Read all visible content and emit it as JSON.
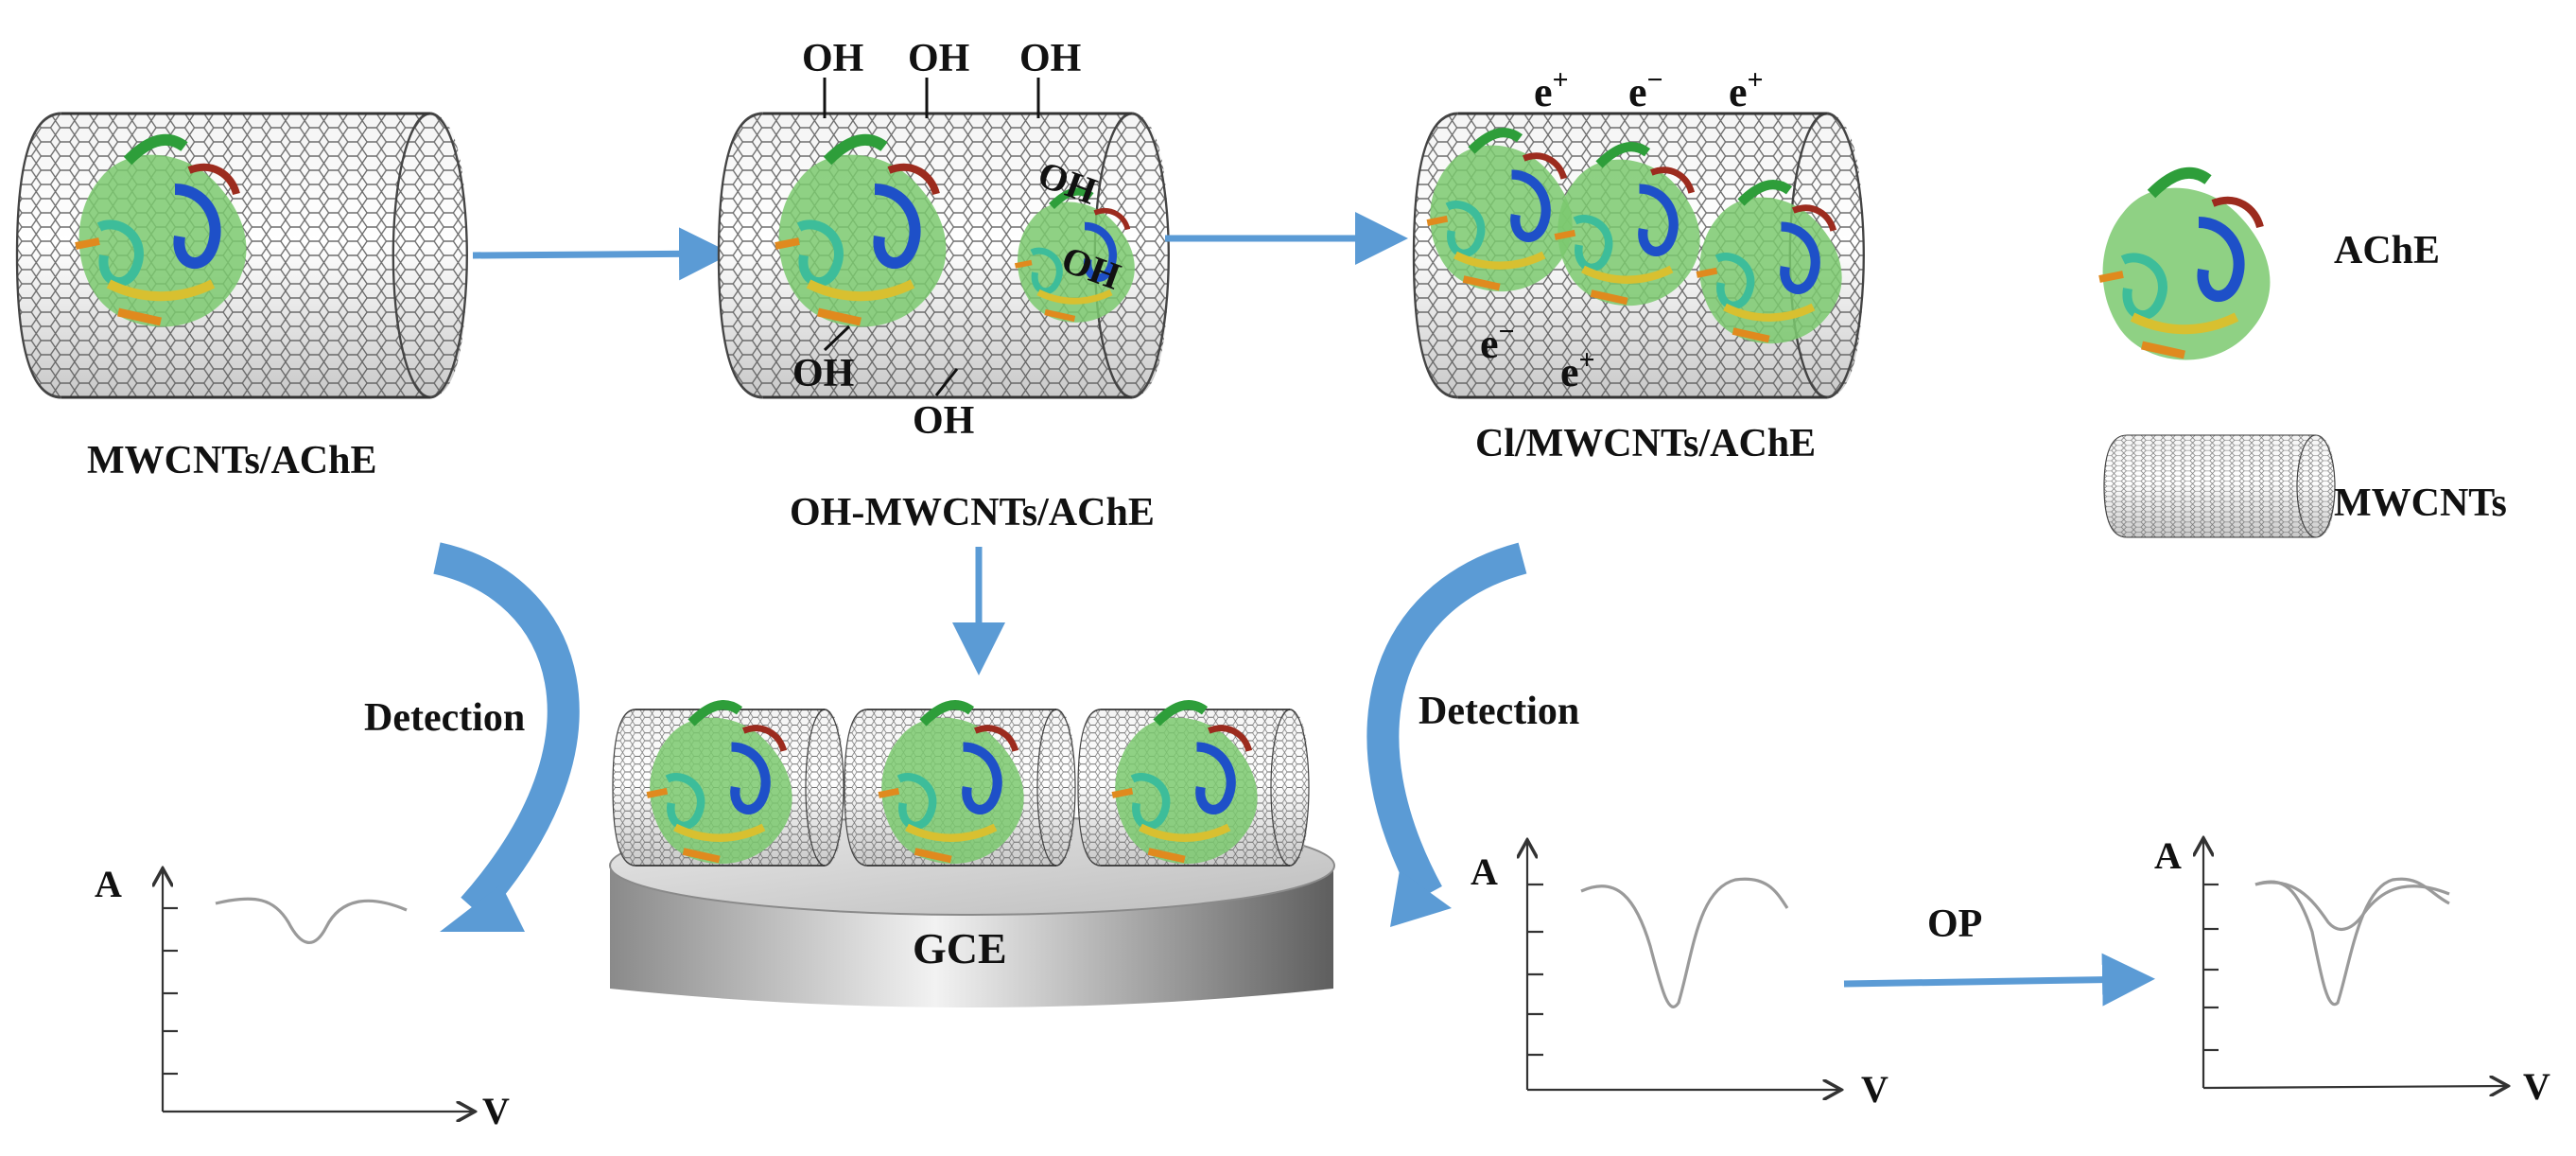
{
  "labels": {
    "mwcnts_ache": "MWCNTs/AChE",
    "oh_mwcnts_ache": "OH-MWCNTs/AChE",
    "cl_mwcnts_ache": "Cl/MWCNTs/AChE",
    "gce": "GCE",
    "detection_left": "Detection",
    "detection_right": "Detection",
    "op": "OP"
  },
  "functional_groups": {
    "oh": "OH",
    "e_plus": "e",
    "e_minus": "e",
    "plus_sign": "+",
    "minus_sign": "−"
  },
  "legend": [
    {
      "label": "AChE",
      "icon": "ache-protein-icon"
    },
    {
      "label": "MWCNTs",
      "icon": "mwcnt-tube-icon"
    }
  ],
  "plots": {
    "y_axis_label": "A",
    "x_axis_label": "V"
  },
  "colors": {
    "arrow_blue": "#5b9bd5",
    "tube_gray": "#6e6e6e",
    "protein_green": "#4caf50",
    "protein_blue": "#1e50c8",
    "protein_orange": "#e08a1e"
  }
}
